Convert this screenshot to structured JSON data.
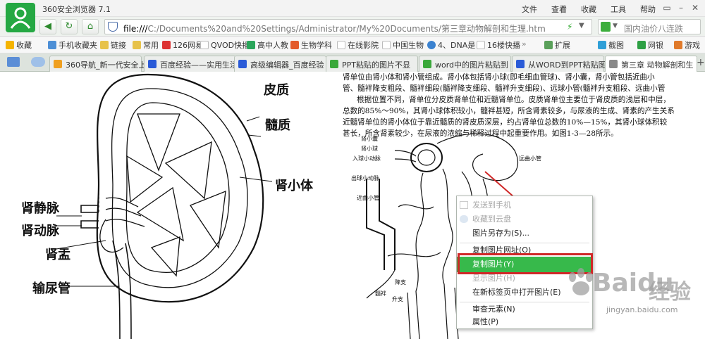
{
  "window": {
    "title": "360安全浏览器 7.1",
    "menu": [
      "文件",
      "查看",
      "收藏",
      "工具",
      "帮助"
    ],
    "nav_arrows": "»"
  },
  "address": {
    "url_prefix": "file:///",
    "url_rest": "C:/Documents%20and%20Settings/Administrator/My%20Documents/第三章动物解剖和生理.htm",
    "search_text": "国内油价八连跌"
  },
  "bookmarks": {
    "items": [
      "收藏",
      "手机收藏夹",
      "链接",
      "常用",
      "126网易",
      "QVOD快播",
      "高中人教",
      "生物学科",
      "在线影院",
      "中国生物",
      "4、DNA是",
      "16楼快播"
    ],
    "right_items": [
      "扩展",
      "截图",
      "网银",
      "游戏"
    ]
  },
  "tabs": [
    {
      "label": "360导航_新一代安全上",
      "color": "#f0a020"
    },
    {
      "label": "百度经验——实用生活",
      "color": "#2a5bd7"
    },
    {
      "label": "高级编辑器_百度经验",
      "color": "#2a5bd7"
    },
    {
      "label": "PPT粘贴的图片不显",
      "color": "#3aa83a"
    },
    {
      "label": "word中的图片粘贴到",
      "color": "#3aa83a"
    },
    {
      "label": "从WORD到PPT粘贴图",
      "color": "#2a5bd7"
    },
    {
      "label": "第三章 动物解剖和生",
      "color": "#888888",
      "active": true
    }
  ],
  "kidney_labels": {
    "cortex": "皮质",
    "medulla": "髓质",
    "corpuscle": "肾小体",
    "vein": "肾静脉",
    "artery": "肾动脉",
    "pelvis": "肾盂",
    "ureter": "输尿管"
  },
  "article": {
    "line1": "肾单位由肾小体和肾小管组成。肾小体包括肾小球(即毛细血管球)、肾小囊，肾小管包括近曲小",
    "line2": "管、髓袢降支粗段、髓袢细段(髓袢降支细段、髓袢升支细段)、远球小管(髓袢升支粗段、远曲小管",
    "line3": "根据位置不同，肾单位分皮质肾单位和近髓肾单位。皮质肾单位主要位于肾皮质的浅层和中层，",
    "line4": "总数的85%～90%，其肾小球体积较小，髓袢甚短，所含肾素较多，与尿液的生成、肾素的产生关系",
    "line5": "近髓肾单位的肾小体位于靠近髓质的肾皮质深层，约占肾单位总数的10%—15%，其肾小球体积较",
    "line6": "甚长，所含肾素较少，在尿液的浓缩与稀释过程中起重要作用。如图1-3—28所示。"
  },
  "nephron_labels": {
    "l1": "肾小囊",
    "l2": "肾小球",
    "l3": "入球小动脉",
    "l4": "出球小动脉",
    "l5": "近曲小管",
    "l6": "远曲小管",
    "l7": "髓袢",
    "l8": "降支",
    "l9": "升支"
  },
  "context_menu": {
    "items": [
      {
        "label": "发送到手机",
        "disabled": true
      },
      {
        "label": "收藏到云盘",
        "disabled": true
      },
      {
        "label": "图片另存为(S)...",
        "disabled": false
      },
      {
        "label": "复制图片网址(O)",
        "disabled": false
      },
      {
        "label": "复制图片(Y)",
        "disabled": false,
        "highlighted": true
      },
      {
        "label": "显示图片(H)",
        "disabled": true
      },
      {
        "label": "在新标签页中打开图片(E)",
        "disabled": false
      },
      {
        "label": "审查元素(N)",
        "disabled": false
      },
      {
        "label": "属性(P)",
        "disabled": false
      }
    ]
  },
  "watermark": {
    "logo": "Baidu",
    "cn": "经验",
    "url": "jingyan.baidu.com"
  },
  "colors": {
    "brand_green": "#25a843",
    "highlight": "#37b94b",
    "outline_red": "#d02828"
  }
}
